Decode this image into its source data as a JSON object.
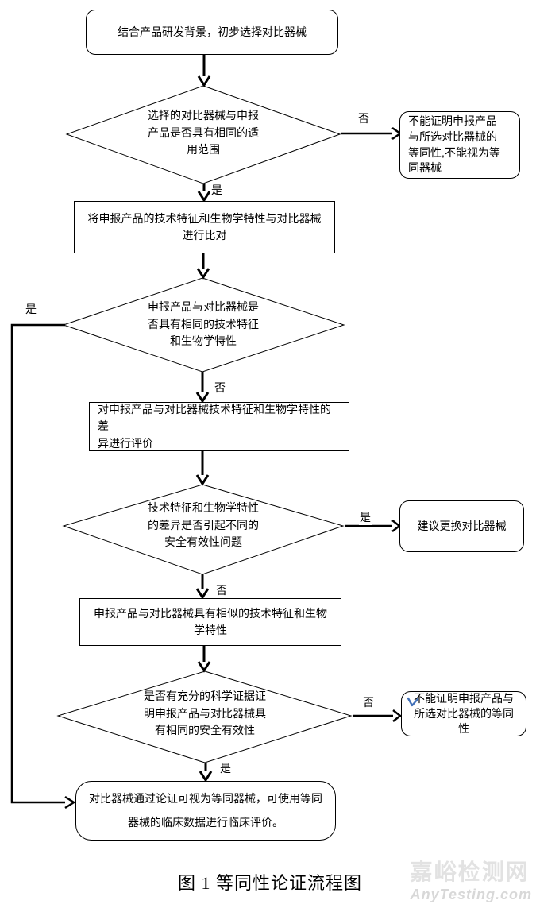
{
  "nodes": {
    "start": "结合产品研发背景，初步选择对比器械",
    "decision_scope": "选择的对比器械与申报\n产品是否具有相同的适\n用范围",
    "not_equivalent_full": "不能证明申报产品\n与所选对比器械的\n等同性,不能视为等\n同器械",
    "compare": "将申报产品的技术特征和生物学特性与对比器械\n进行比对",
    "decision_same_tech": "申报产品与对比器械是\n否具有相同的技术特征\n和生物学特性",
    "evaluate_diff": "对申报产品与对比器械技术特征和生物学特性的差\n异进行评价",
    "decision_safety_issue": "技术特征和生物学特性\n的差异是否引起不同的\n安全有效性问题",
    "change_comparator": "建议更换对比器械",
    "similar": "申报产品与对比器械具有相似的技术特征和生物\n学特性",
    "decision_evidence": "是否有充分的科学证据证\n明申报产品与对比器械具\n有相同的安全有效性",
    "not_equivalent_short": "不能证明申报产品与\n所选对比器械的等同\n性",
    "end": "对比器械通过论证可视为等同器械，可使用等同\n器械的临床数据进行临床评价。"
  },
  "labels": {
    "yes": "是",
    "no": "否"
  },
  "caption": "图 1 等同性论证流程图",
  "watermark": {
    "cn": "嘉峪检测网",
    "en": "AnyTesting.com"
  },
  "colors": {
    "line": "#000000",
    "blue_mark": "#4170b8",
    "watermark": "#e0e0e0"
  }
}
